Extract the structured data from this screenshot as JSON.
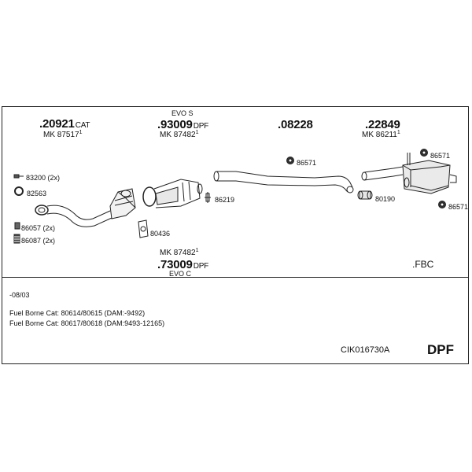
{
  "groups": [
    {
      "num": ".20921",
      "suffix": "CAT",
      "mk": "MK 87517",
      "mk_sup": "1"
    },
    {
      "num": ".93009",
      "suffix": "DPF",
      "mk": "MK 87482",
      "mk_sup": "1",
      "evo": "EVO S"
    },
    {
      "num": ".08228"
    },
    {
      "num": ".22849",
      "mk": "MK 86211",
      "mk_sup": "1"
    },
    {
      "num": ".73009",
      "suffix": "DPF",
      "mk": "MK 87482",
      "mk_sup": "1",
      "evo": "EVO C"
    }
  ],
  "parts": {
    "p83200": "83200 (2x)",
    "p82563": "82563",
    "p86057": "86057 (2x)",
    "p86087": "86087 (2x)",
    "p80436": "80436",
    "p86219": "86219",
    "p86571a": "86571",
    "p86571b": "86571",
    "p86571c": "86571",
    "p80190": "80190"
  },
  "labels": {
    "fbc": ".FBC",
    "date": "-08/03",
    "fuel1": "Fuel Borne Cat: 80614/80615 (DAM:-9492)",
    "fuel2": "Fuel Borne Cat: 80617/80618 (DAM:9493-12165)",
    "code": "CIK016730A",
    "dpf": "DPF"
  }
}
